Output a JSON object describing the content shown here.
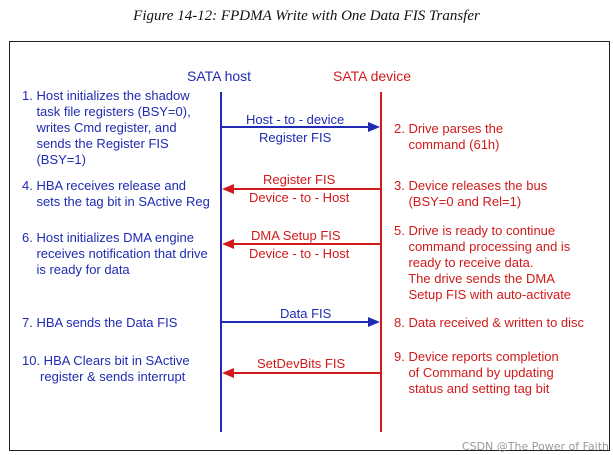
{
  "caption": "Figure 14-12: FPDMA Write with One Data FIS Transfer",
  "columns": {
    "host": "SATA host",
    "device": "SATA device"
  },
  "host_steps": [
    "1. Host initializes the shadow\n    task file registers (BSY=0),\n    writes Cmd register, and\n    sends the Register FIS\n    (BSY=1)",
    "4. HBA receives release and\n    sets the tag bit in SActive Reg",
    "6. Host initializes DMA engine\n    receives notification that drive\n    is ready for data",
    "7. HBA sends the Data FIS",
    "10. HBA Clears bit in SActive\n     register & sends interrupt"
  ],
  "device_steps": [
    "2. Drive parses the\n    command (61h)",
    "3. Device releases the bus\n    (BSY=0 and Rel=1)",
    "5. Drive is ready to continue\n    command processing and is\n    ready to receive data.\n    The drive sends the DMA\n    Setup FIS with auto-activate",
    "8. Data received & written to disc",
    "9. Device reports completion\n    of Command by updating\n    status and setting tag bit"
  ],
  "messages": [
    {
      "lines": [
        "Host - to - device",
        "Register FIS"
      ],
      "direction": "host-to-device"
    },
    {
      "lines": [
        "Register FIS",
        "Device - to - Host"
      ],
      "direction": "device-to-host"
    },
    {
      "lines": [
        "DMA Setup FIS",
        "Device - to - Host"
      ],
      "direction": "device-to-host"
    },
    {
      "lines": [
        "Data FIS"
      ],
      "direction": "host-to-device"
    },
    {
      "lines": [
        "SetDevBits FIS"
      ],
      "direction": "device-to-host"
    }
  ],
  "colors": {
    "host": "#1f2bb3",
    "device": "#d11a1a"
  },
  "watermark": "CSDN @The Power of Faith"
}
